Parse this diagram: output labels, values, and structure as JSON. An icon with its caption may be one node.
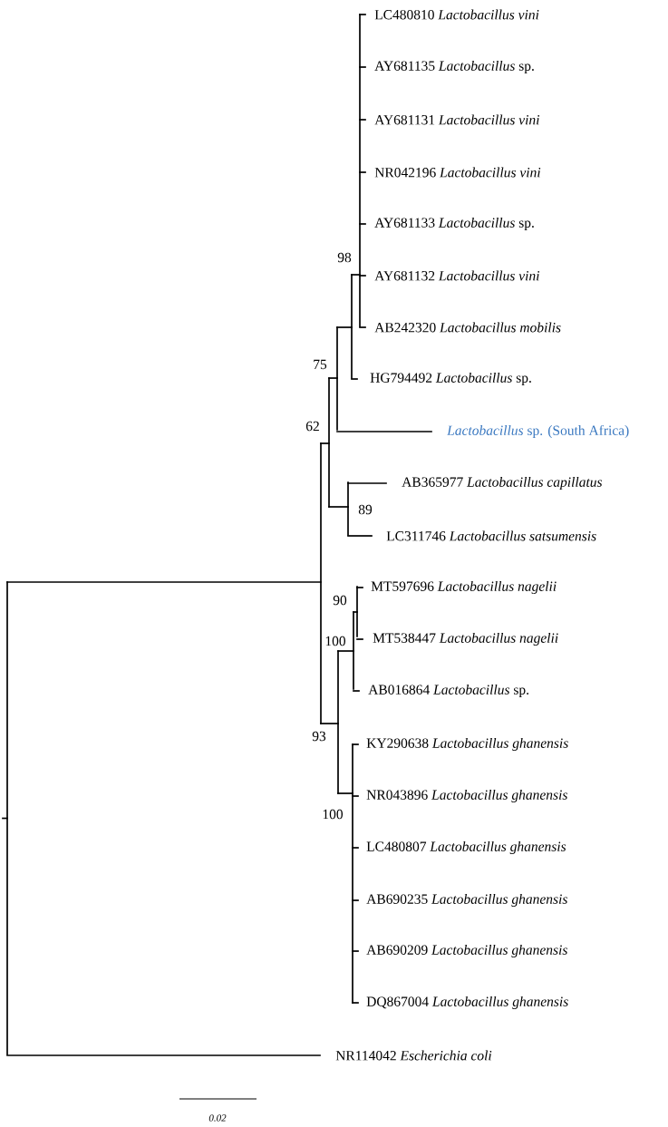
{
  "diagram": {
    "nodes": [
      {
        "text": [],
        "shape": "bar"
      },
      {
        "text": [],
        "shape": "bar"
      },
      {
        "text": [],
        "shape": "bar",
        "beside": [
          "62"
        ]
      },
      {
        "text": [],
        "shape": "bar",
        "beside": [
          "75"
        ]
      },
      {
        "text": [],
        "shape": "bar"
      },
      {
        "text": [],
        "shape": "bar",
        "beside": [
          "98"
        ]
      },
      {
        "text": [
          "LC480810 *Lactobacillus vini*"
        ]
      },
      {
        "text": [
          "AY681135 *Lactobacillus* sp."
        ]
      },
      {
        "text": [
          "AY681131 *Lactobacillus vini*"
        ]
      },
      {
        "text": [
          "NR042196 *Lactobacillus vini*"
        ]
      },
      {
        "text": [
          "AY681133 *Lactobacillus* sp."
        ]
      },
      {
        "text": [
          "AY681132 *Lactobacillus vini*"
        ]
      },
      {
        "text": [
          "AB242320 *Lactobacillus mobilis*"
        ]
      },
      {
        "text": [
          "HG794492 *Lactobacillus* sp."
        ]
      },
      {
        "text": [
          "*Lactobacillus* sp. (South Africa)"
        ]
      },
      {
        "text": [],
        "shape": "bar",
        "beside": [
          "89"
        ]
      },
      {
        "text": [
          "AB365977 *Lactobacillus capillatus*"
        ]
      },
      {
        "text": [
          "LC311746 *Lactobacillus satsumensis*"
        ]
      },
      {
        "text": [],
        "shape": "bar",
        "beside": [
          "93"
        ]
      },
      {
        "text": [],
        "shape": "bar",
        "beside": [
          "100"
        ]
      },
      {
        "text": [],
        "shape": "bar",
        "beside": [
          "90"
        ]
      },
      {
        "text": [
          "MT597696 *Lactobacillus nagelii*"
        ]
      },
      {
        "text": [
          "MT538447 *Lactobacillus nagelii*"
        ]
      },
      {
        "text": [
          "AB016864 *Lactobacillus* sp."
        ]
      },
      {
        "text": [],
        "shape": "bar",
        "beside": [
          "100"
        ]
      },
      {
        "text": [
          "KY290638 *Lactobacillus ghanensis*"
        ]
      },
      {
        "text": [
          "NR043896 *Lactobacillus ghanensis*"
        ]
      },
      {
        "text": [
          "LC480807 *Lactobacillus ghanensis*"
        ]
      },
      {
        "text": [
          "AB690235 *Lactobacillus ghanensis*"
        ]
      },
      {
        "text": [
          "AB690209 *Lactobacillus ghanensis*"
        ]
      },
      {
        "text": [
          "DQ867004 *Lactobacillus ghanensis*"
        ]
      },
      {
        "text": [
          "NR114042 *Escherichia coli*"
        ]
      }
    ],
    "edges": [
      {
        "from": null,
        "to": 0,
        "arrow": "none"
      },
      {
        "from": 0,
        "to": 1,
        "arrow": "none"
      },
      {
        "from": 0,
        "to": 31,
        "arrow": "none"
      },
      {
        "from": 1,
        "to": 2,
        "arrow": "none"
      },
      {
        "from": 1,
        "to": 18,
        "arrow": "none"
      },
      {
        "from": 2,
        "to": 3,
        "arrow": "none"
      },
      {
        "from": 2,
        "to": 15,
        "arrow": "none"
      },
      {
        "from": 3,
        "to": 4,
        "arrow": "none"
      },
      {
        "from": 3,
        "to": 14,
        "arrow": "none"
      },
      {
        "from": 4,
        "to": 5,
        "arrow": "none"
      },
      {
        "from": 4,
        "to": 13,
        "arrow": "none"
      },
      {
        "from": 5,
        "to": 6,
        "arrow": "none"
      },
      {
        "from": 5,
        "to": 7,
        "arrow": "none"
      },
      {
        "from": 5,
        "to": 8,
        "arrow": "none"
      },
      {
        "from": 5,
        "to": 9,
        "arrow": "none"
      },
      {
        "from": 5,
        "to": 10,
        "arrow": "none"
      },
      {
        "from": 5,
        "to": 11,
        "arrow": "none"
      },
      {
        "from": 5,
        "to": 12,
        "arrow": "none"
      },
      {
        "from": 15,
        "to": 16,
        "arrow": "none"
      },
      {
        "from": 15,
        "to": 17,
        "arrow": "none"
      },
      {
        "from": 18,
        "to": 19,
        "arrow": "none"
      },
      {
        "from": 18,
        "to": 24,
        "arrow": "none"
      },
      {
        "from": 19,
        "to": 20,
        "arrow": "none"
      },
      {
        "from": 19,
        "to": 23,
        "arrow": "none"
      },
      {
        "from": 20,
        "to": 21,
        "arrow": "none"
      },
      {
        "from": 20,
        "to": 22,
        "arrow": "none"
      },
      {
        "from": 24,
        "to": 25,
        "arrow": "none"
      },
      {
        "from": 24,
        "to": 26,
        "arrow": "none"
      },
      {
        "from": 24,
        "to": 27,
        "arrow": "none"
      },
      {
        "from": 24,
        "to": 28,
        "arrow": "none"
      },
      {
        "from": 24,
        "to": 29,
        "arrow": "none"
      },
      {
        "from": 24,
        "to": 30,
        "arrow": "none"
      }
    ],
    "labels": [
      "0.02"
    ]
  }
}
